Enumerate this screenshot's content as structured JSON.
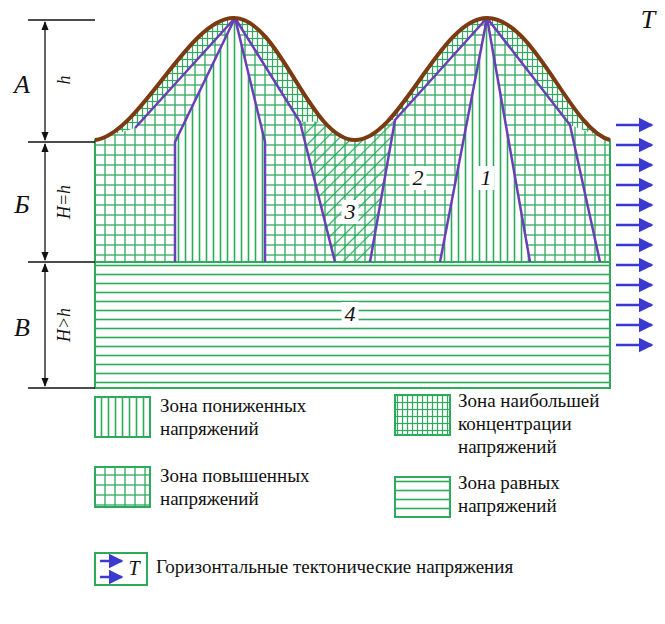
{
  "diagram": {
    "labels": [
      "А",
      "h",
      "Б",
      "H=h",
      "В",
      "H>h",
      "1",
      "2",
      "3",
      "4",
      "T",
      "T"
    ],
    "legend": [
      {
        "text": "Зона пониженных напряжений"
      },
      {
        "text": "Зона наибольшей концентрации напряжений"
      },
      {
        "text": "Зона повышенных напряжений"
      },
      {
        "text": "Зона равных напряжений"
      },
      {
        "text": "Горизонтальные тектонические напряжения"
      }
    ]
  }
}
